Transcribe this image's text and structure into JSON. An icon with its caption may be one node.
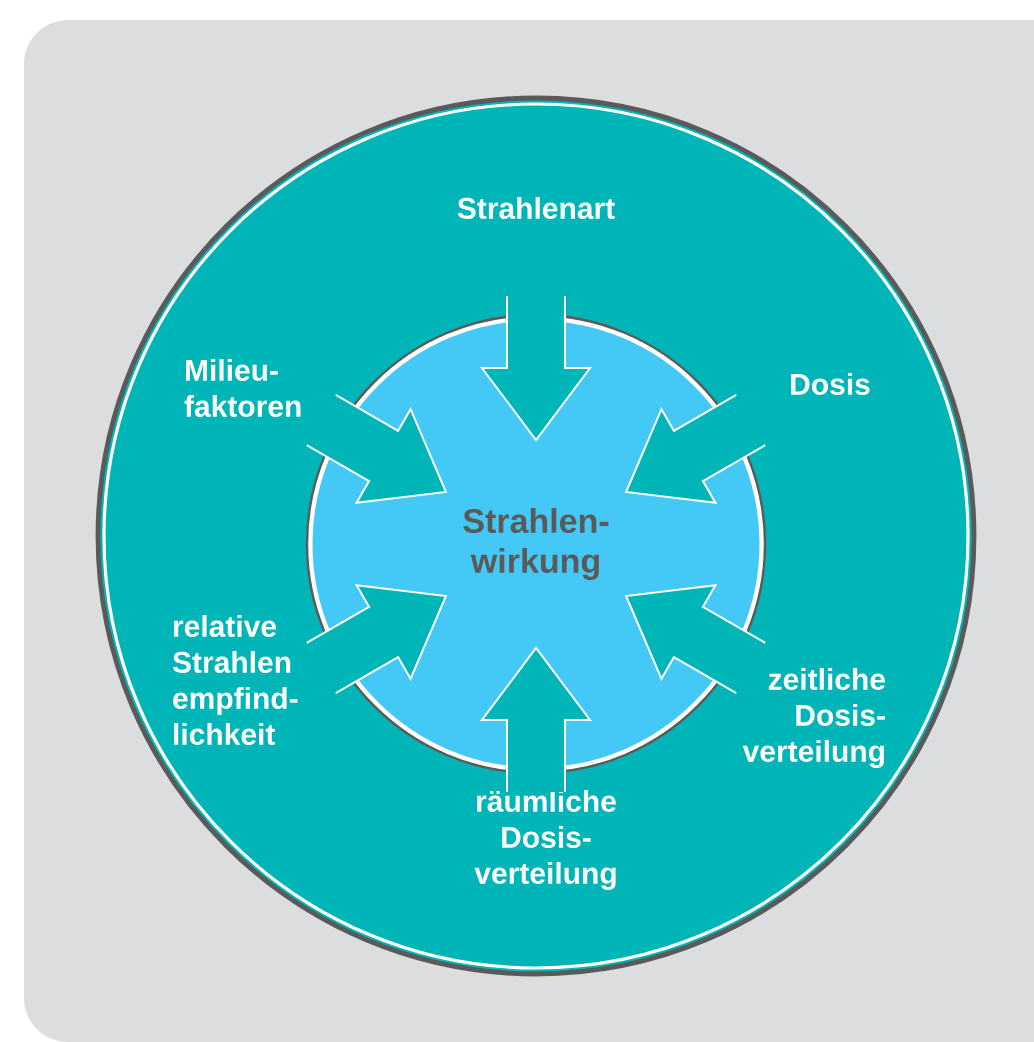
{
  "diagram": {
    "nodes": [
      {
        "text": [],
        "shape": "circle"
      },
      {
        "text": [
          "Strahlen- wirkung"
        ],
        "in": 0
      },
      {
        "text": [
          "Strahlenart"
        ],
        "in": 0
      },
      {
        "text": [
          "Dosis"
        ],
        "in": 0
      },
      {
        "text": [
          "zeitliche Dosis- verteilung"
        ],
        "in": 0
      },
      {
        "text": [
          "räumliche Dosis- verteilung"
        ],
        "in": 0
      },
      {
        "text": [
          "relative Strahlen empfind- lichkeit"
        ],
        "in": 0
      },
      {
        "text": [
          "Milieu- faktoren"
        ],
        "in": 0
      }
    ],
    "edges": [
      {
        "from": 2,
        "to": 1,
        "arrow": "to"
      },
      {
        "from": 3,
        "to": 1,
        "arrow": "to"
      },
      {
        "from": 4,
        "to": 1,
        "arrow": "to"
      },
      {
        "from": 5,
        "to": 1,
        "arrow": "to"
      },
      {
        "from": 6,
        "to": 1,
        "arrow": "to"
      },
      {
        "from": 7,
        "to": 1,
        "arrow": "to"
      }
    ]
  }
}
